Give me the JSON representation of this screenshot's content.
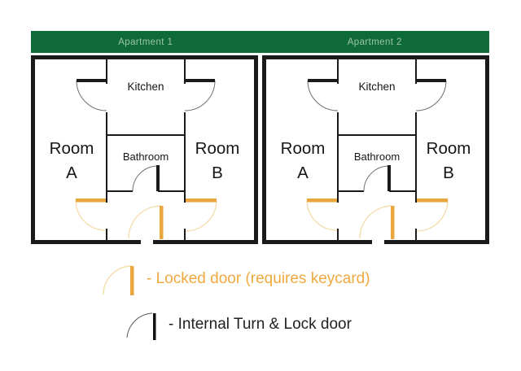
{
  "colors": {
    "header_green": "#0E6A36",
    "header_text_green": "#9DC4AC",
    "wall_black": "#1A1A1A",
    "interior_arc_gray": "#6E6E6E",
    "locked_door_orange": "#E9A63E",
    "locked_arc_faint": "#F3DCA9",
    "legend_orange_text": "#EFA940",
    "legend_dark_text": "#1F1F1F"
  },
  "apartments": [
    {
      "title": "Apartment 1",
      "kitchen_label": "Kitchen",
      "bathroom_label": "Bathroom",
      "room_a_line1": "Room",
      "room_a_line2": "A",
      "room_b_line1": "Room",
      "room_b_line2": "B"
    },
    {
      "title": "Apartment 2",
      "kitchen_label": "Kitchen",
      "bathroom_label": "Bathroom",
      "room_a_line1": "Room",
      "room_a_line2": "A",
      "room_b_line1": "Room",
      "room_b_line2": "B"
    }
  ],
  "legend": {
    "locked_door_label": "-  Locked door (requires keycard)",
    "internal_door_label": "-  Internal Turn & Lock door"
  }
}
